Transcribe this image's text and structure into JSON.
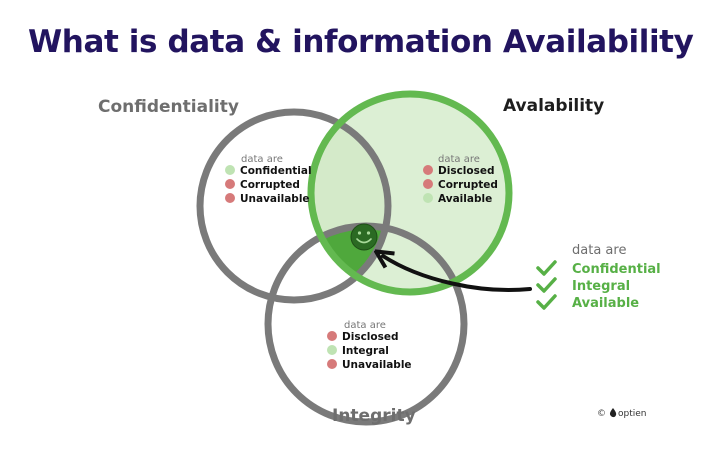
{
  "title": "What is data & information Availability",
  "circles": {
    "confidentiality": {
      "label": "Confidentiality",
      "heading": "data are",
      "items": [
        {
          "text": "Confidential",
          "status": "ok"
        },
        {
          "text": "Corrupted",
          "status": "bad"
        },
        {
          "text": "Unavailable",
          "status": "bad"
        }
      ]
    },
    "availability": {
      "label": "Avalability",
      "heading": "data are",
      "items": [
        {
          "text": "Disclosed",
          "status": "bad"
        },
        {
          "text": "Corrupted",
          "status": "bad"
        },
        {
          "text": "Available",
          "status": "ok"
        }
      ]
    },
    "integrity": {
      "label": "Integrity",
      "heading": "data are",
      "items": [
        {
          "text": "Disclosed",
          "status": "bad"
        },
        {
          "text": "Integral",
          "status": "ok"
        },
        {
          "text": "Unavailable",
          "status": "bad"
        }
      ]
    }
  },
  "callout": {
    "heading": "data are",
    "items": [
      "Confidential",
      "Integral",
      "Available"
    ]
  },
  "brand": {
    "copyright": "©",
    "name": "optien"
  },
  "colors": {
    "title": "#22145f",
    "circle_gray": "#7a7a7a",
    "circle_green": "#63b950",
    "fill_light_green": "#dcefd4",
    "fill_center_green": "#4fa83c",
    "ok_badge": "#bfe3b3",
    "bad_badge": "#d67a7a",
    "callout_green": "#57b046",
    "label_gray": "#6e6e6e"
  }
}
